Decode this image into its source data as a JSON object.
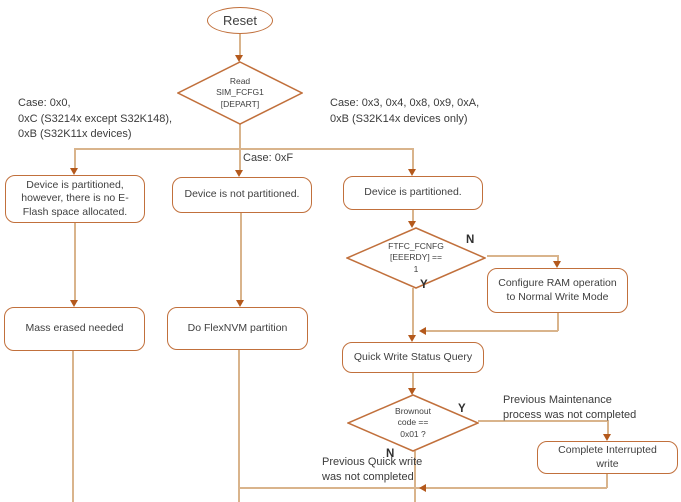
{
  "colors": {
    "shape_border": "#c1703c",
    "connector_line": "#d9b48c",
    "arrowhead": "#b4591c",
    "text": "#3d3d3d"
  },
  "nodes": {
    "reset": "Reset",
    "read_sim_fcfg1": "Read\nSIM_FCFG1\n[DEPART]",
    "device_partitioned_no_eflash": "Device is partitioned,\nhowever, there is no E-\nFlash space allocated.",
    "device_not_partitioned": "Device is not partitioned.",
    "device_partitioned": "Device is partitioned.",
    "mass_erase_needed": "Mass erased needed",
    "do_flexnvm_partition": "Do FlexNVM partition",
    "ftfc_fcnfg_eeerdy": "FTFC_FCNFG\n[EEERDY] ==\n1",
    "configure_ram": "Configure RAM operation\nto Normal Write Mode",
    "quick_write_status_query": "Quick Write Status Query",
    "brownout_code": "Brownout\ncode ==\n0x01 ?",
    "complete_interrupted_write": "Complete Interrupted\nwrite"
  },
  "branch_labels": {
    "case_left": "Case: 0x0,\n0xC (S3214x except S32K148),\n0xB (S32K11x devices)",
    "case_mid": "Case: 0xF",
    "case_right": "Case: 0x3, 0x4, 0x8, 0x9, 0xA,\n0xB (S32K14x devices only)",
    "eeerdy_no": "N",
    "eeerdy_yes": "Y",
    "brownout_yes": "Y",
    "brownout_no": "N",
    "maintenance_note": "Previous Maintenance\nprocess was not completed",
    "quick_write_note": "Previous Quick write\nwas not completed"
  }
}
